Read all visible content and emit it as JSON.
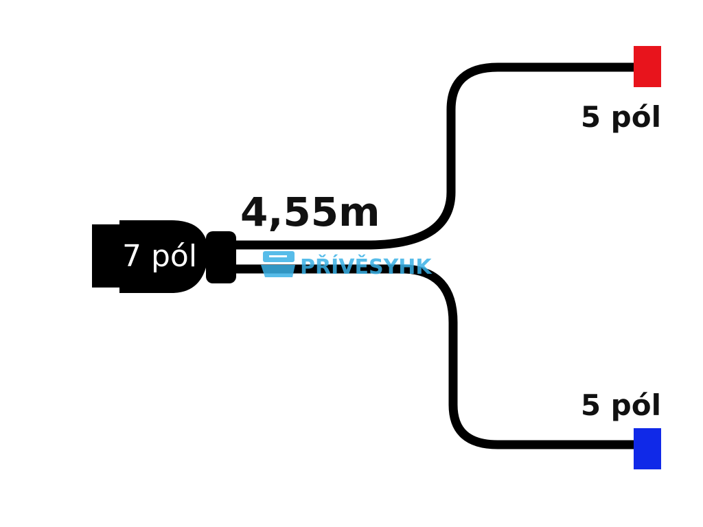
{
  "diagram": {
    "main_connector": {
      "label": "7 pól"
    },
    "cable_length": "4,55m",
    "connector_top": {
      "label": "5 pól",
      "color": "#e8141c"
    },
    "connector_bottom": {
      "label": "5 pól",
      "color": "#1029e8"
    },
    "watermark": {
      "text": "PŘÍVĚSYHK",
      "color": "#3ab1e6"
    },
    "colors": {
      "cable": "#000000",
      "plug": "#000000",
      "text": "#111111"
    }
  }
}
